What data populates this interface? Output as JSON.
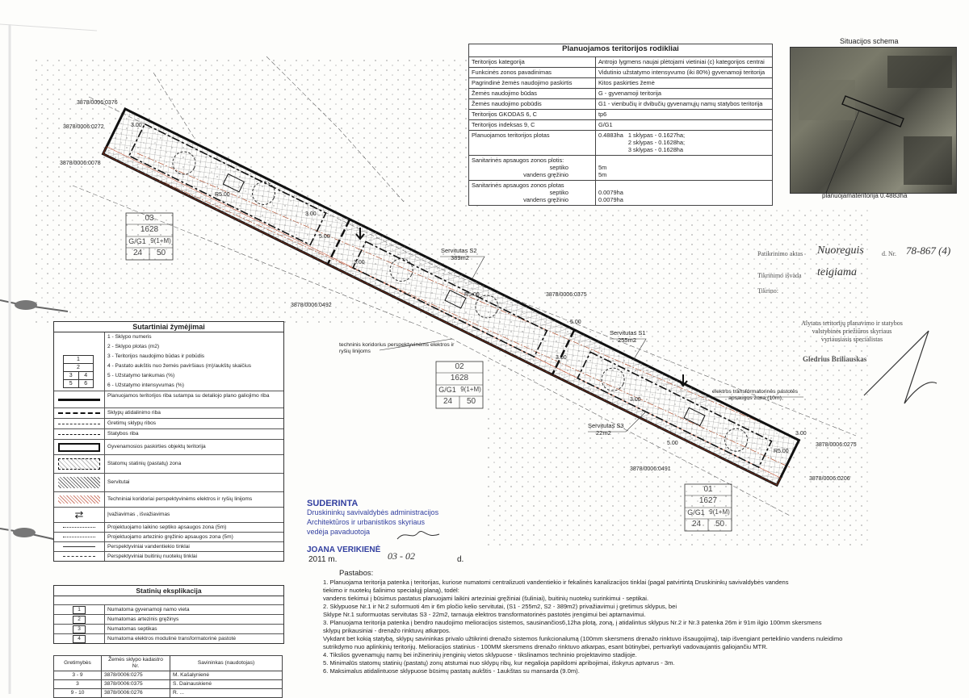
{
  "indicators": {
    "title": "Planuojamos teritorijos rodikliai",
    "rows": [
      {
        "label": "Teritorijos kategorija",
        "value": "Antrojo lygmens naujai plėtojami vietiniai (c) kategorijos centrai"
      },
      {
        "label": "Funkcinės zonos pavadinimas",
        "value": "Vidutinio užstatymo intensyvumo (iki 80%) gyvenamoji teritorija"
      },
      {
        "label": "Pagrindinė žemės naudojimo paskirtis",
        "value": "Kitos paskirties žemė"
      },
      {
        "label": "Žemės naudojimo būdas",
        "value": "G - gyvenamoji teritorija"
      },
      {
        "label": "Žemės naudojimo pobūdis",
        "value": "G1 - vienbučių ir dvibučių gyvenamųjų namų statybos teritorija"
      },
      {
        "label": "Teritorijos GKODAS 6, C",
        "value": "tp6"
      },
      {
        "label": "Teritorijos indeksas 9, C",
        "value": "G/G1"
      }
    ],
    "area_label": "Planuojamos teritorijos plotas",
    "area_value": "0.4883ha",
    "plots": [
      "1 sklypas - 0.1627ha;",
      "2 sklypas - 0.1628ha;",
      "3 sklypas - 0.1628ha"
    ],
    "san_width_label": "Sanitarinės apsaugos zonos plotis:",
    "san_area_label": "Sanitarinės apsaugos zonos plotas",
    "septiko": "septiko",
    "vandens": "vandens gręžinio",
    "w_sept": "5m",
    "w_vand": "5m",
    "a_sept": "0.0079ha",
    "a_vand": "0.0079ha"
  },
  "situation": {
    "title": "Situacijos schema",
    "caption": "planuojamateritorija 0.4883ha"
  },
  "approval": {
    "act_label": "Patikrinimo aktas",
    "act_handwritten": "Nuoreguis",
    "act_no": "d. Nr.",
    "act_no_hw": "78-867 (4)",
    "conclusion_label": "Tikrinimo išvada",
    "conclusion_hw": "teigiama",
    "checker_label": "Tikrino:",
    "org_line1": "Alytaus teritorijų planavimo ir statybos",
    "org_line2": "valstybinės priežiūros skyriaus",
    "org_line3": "vyriausiasis specialistas",
    "person": "Gledrius Briliauskas"
  },
  "legend": {
    "title": "Sutartiniai žymėjimai",
    "cell_nums": [
      "1",
      "2",
      "3",
      "4",
      "5",
      "6"
    ],
    "items": [
      "1 - Sklypo numeris",
      "2 - Sklypo plotas (m2)",
      "3 - Teritorijos naudojimo būdas ir pobūdis",
      "4 - Pastato aukštis nuo žemės paviršiaus (m)/aukštų skaičius",
      "5 - Užstatymo tankumas (%)",
      "6 - Užstatymo intensyvumas (%)",
      "Planuojamos teritorijos riba sutampa su detaliojo plano galiojimo riba",
      "Sklypų atidalinimo riba",
      "Gretimų sklypų ribos",
      "Statybos  riba",
      "Gyvenamosios paskirties objektų teritorija",
      "Statomų statinių (pastatų) zona",
      "Servitutai",
      "Techniniai koridoriai perspektyvinėms elektros ir ryšių linijoms",
      "Įvažiavimas , išvažiavimas",
      "Projektuojamo laikino septiko apsaugos zona (5m)",
      "Projektuojamo artezinio gręžinio apsaugos zona (5m)",
      "Perspektyviniai vandentiekio tinklai",
      "Perspektyviniai buitinių nuotekų tinklai"
    ]
  },
  "structures": {
    "title": "Statinių eksplikacija",
    "rows": [
      {
        "n": "1",
        "t": "Numatoma gyvenamoji namo vieta"
      },
      {
        "n": "2",
        "t": "Numatomas artezinis gręžinys"
      },
      {
        "n": "3",
        "t": "Numatomas septikas"
      },
      {
        "n": "4",
        "t": "Numatoma elektros modulinė transformatorinė pastotė"
      }
    ]
  },
  "neighbours": {
    "headers": [
      "Gretimybės",
      "Žemės sklypo kadastro Nr.",
      "Savininkas (naudotojas)"
    ],
    "rows": [
      [
        "3 - 9",
        "3878/0006:0275",
        "M. Kašalynienė"
      ],
      [
        "3",
        "3878/0006:0375",
        "S. Dainauskienė"
      ],
      [
        "9 - 10",
        "3878/0006:0276",
        "R. ..."
      ]
    ]
  },
  "stamp": {
    "l1": "SUDERINTA",
    "l2": "Druskininkų savivaldybės administracijos",
    "l3": "Architektūros ir urbanistikos skyriaus",
    "l4": "vedėja pavaduotoja",
    "l5": "JOANA VERIKIENĖ",
    "year": "2011 m.",
    "date_hw": "03 - 02",
    "d": "d."
  },
  "notes": {
    "title": "Pastabos:",
    "items": [
      "1.  Planuojama teritorija patenka į teritorijas, kuriose numatomi centralizuoti vandentiekio ir fekalinės kanalizacijos tinklai (pagal patvirtintą Druskininkų savivaldybės vandens",
      "     tiekimo ir nuotekų šalinimo specialųjį planą), todėl:",
      "     vandens tiekimui į būsimus pastatus  planuojami laikini arteziniai gręžiniai (šuliniai), buitinių nuotekų surinkimui - septikai.",
      "2.  Sklypuose Nr.1 ir Nr.2 suformuoti 4m ir 6m pločio kelio servitutai, (S1 - 255m2, S2 - 389m2) privažiavimui į gretimus sklypus, bei",
      "     Sklype Nr.1 suformuotas servitutas S3 - 22m2, tarnauja elektros transformatorinės pastotės įrengimui bei aptarnavimui.",
      "3.  Planuojama teritorija patenka į bendro naudojimo  melioracijos sistemos, sausinančios6,12ha plotą, zoną, į atidalintus sklypus Nr.2 ir Nr.3 patenka 26m ir 91m ilgio 100mm skersmens",
      "     sklypų prikausiniai - drenažo rinktuvų atkarpos.",
      "     Vykdant bet kokią statybą, sklypų savininkas privalo užtikrinti drenažo sistemos funkcionalumą (100mm skersmens drenažo rinktuvo išsaugojimą), taip išvengiant perteklinio vandens nuleidimo",
      "     sutrikdymo nuo aplinkinių teritorijų. Melioracijos statinius - 100MM skersmens drenažo rinktuvo atkarpas, esant būtinybei, pertvarkyti  vadovaujantis galiojančiu MTR.",
      "4.  Tikslios gyvenamųjų namų bei inžinerinių įrenginių vietos sklypuose - tikslinamos techninio projektavimo stadijoje.",
      "5.  Minimalūs statomų statinių (pastatų) zonų atstumai nuo sklypų ribų, kur negalioja papildomi apribojimai, išskyrus aptvarus - 3m.",
      "6.  Maksimalus atidalintuose sklypuose būsimų pastatų aukštis - 1aukštas su mansarda (9.0m)."
    ]
  },
  "plan": {
    "parcels_ext": [
      "3878/0006:0376",
      "3878/0006:0272",
      "3878/0006:0078",
      "3878/0006:0492",
      "3878/0006:0375",
      "3878/0006:0275",
      "3878/0006:0491",
      "3878/0006:0206"
    ],
    "plot3": [
      "03",
      "1628",
      "G/G1",
      "9(1+M)",
      "24",
      "50"
    ],
    "plot2": [
      "02",
      "1628",
      "G/G1",
      "9(1+M)",
      "24",
      "50"
    ],
    "plot1": [
      "01",
      "1627",
      "G/G1",
      "9(1+M)",
      "24",
      "50"
    ],
    "serv_s2": "Servitutas S2",
    "serv_s2_area": "389m2",
    "serv_s1": "Servitutas S1",
    "serv_s1_area": "255m2",
    "serv_s3": "Servitutas S3",
    "serv_s3_area": "22m2",
    "corridor": "techninis koridorius perspektyvinėms elektros ir ryšių linijoms",
    "trafo": "elektros transformatorinės pastotės apsaugos zona (10m)",
    "dims": [
      "3.00",
      "5.00",
      "3.00",
      "3.00",
      "5.00",
      "3.00",
      "3.00",
      "5.00",
      "3.00",
      "R5.00",
      "R5.00",
      "R5.00"
    ]
  }
}
